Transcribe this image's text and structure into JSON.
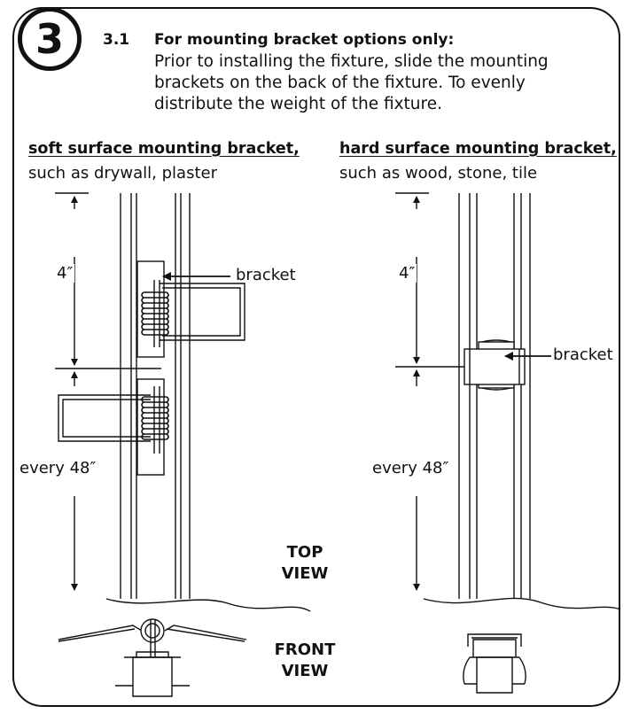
{
  "step": {
    "number": "3"
  },
  "substep": {
    "number": "3.1",
    "title": "For mounting bracket options only:",
    "instruction_lines": [
      "Prior to installing the fixture, slide the mounting",
      "brackets on the back of the fixture. To evenly",
      "distribute the weight of the fixture."
    ]
  },
  "left_panel": {
    "heading": "soft surface mounting bracket,",
    "subheading": "such as drywall, plaster",
    "dim_top": "4″",
    "dim_spacing": "every 48″",
    "callout": "bracket"
  },
  "right_panel": {
    "heading": "hard surface mounting bracket,",
    "subheading": "such as wood, stone, tile",
    "dim_top": "4″",
    "dim_spacing": "every 48″",
    "callout": "bracket"
  },
  "views": {
    "top": [
      "TOP",
      "VIEW"
    ],
    "front": [
      "FRONT",
      "VIEW"
    ]
  },
  "colors": {
    "ink": "#111111",
    "background": "#ffffff"
  }
}
